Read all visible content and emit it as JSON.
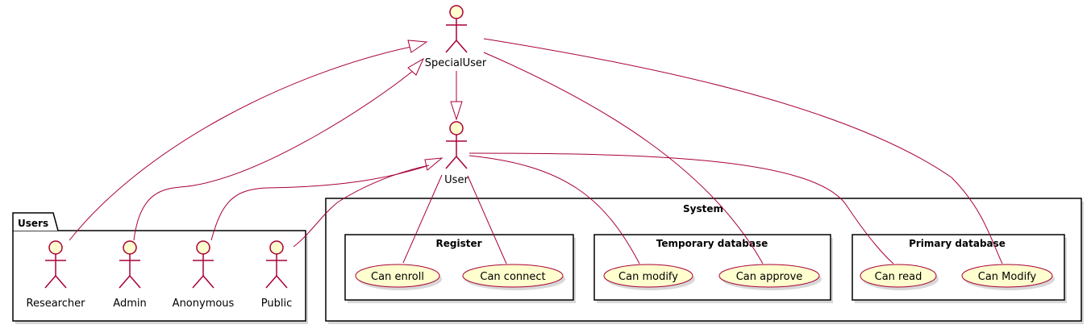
{
  "actors": {
    "special_user": "SpecialUser",
    "user": "User",
    "researcher": "Researcher",
    "admin": "Admin",
    "anonymous": "Anonymous",
    "public": "Public"
  },
  "packages": {
    "users": "Users",
    "system": "System",
    "register": "Register",
    "temporary_database": "Temporary database",
    "primary_database": "Primary database"
  },
  "use_cases": {
    "can_enroll": "Can enroll",
    "can_connect": "Can connect",
    "can_modify_temp": "Can modify",
    "can_approve": "Can approve",
    "can_read": "Can read",
    "can_modify_primary": "Can Modify"
  },
  "colors": {
    "stroke": "#A80036",
    "fill": "#FEFECE"
  }
}
